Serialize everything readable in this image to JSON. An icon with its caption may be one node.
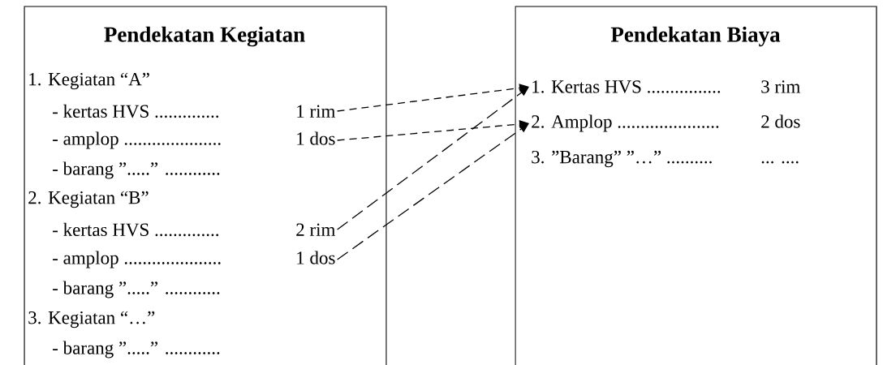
{
  "diagram": {
    "nodes": [
      {
        "text": [
          "Pendekatan Kegiatan"
        ]
      },
      {
        "text": [
          "1. Kegiatan “A”"
        ],
        "in": 0
      },
      {
        "text": [
          "- kertas HVS ..............",
          "1 rim"
        ],
        "in": 0
      },
      {
        "text": [
          "- amplop .....................",
          "1 dos"
        ],
        "in": 0
      },
      {
        "text": [
          "- barang ”.....”  ............"
        ],
        "in": 0
      },
      {
        "text": [
          "2. Kegiatan “B”"
        ],
        "in": 0
      },
      {
        "text": [
          "- kertas HVS ..............",
          "2 rim"
        ],
        "in": 0
      },
      {
        "text": [
          "- amplop .....................",
          "1 dos"
        ],
        "in": 0
      },
      {
        "text": [
          "- barang ”.....”  ............"
        ],
        "in": 0
      },
      {
        "text": [
          "3. Kegiatan “…”"
        ],
        "in": 0
      },
      {
        "text": [
          "- barang ”.....”  ............"
        ],
        "in": 0
      },
      {
        "text": [
          "Pendekatan Biaya"
        ]
      },
      {
        "text": [
          "1. Kertas HVS ................",
          "3 rim"
        ],
        "in": 11
      },
      {
        "text": [
          "2. Amplop ......................",
          "2 dos"
        ],
        "in": 11
      },
      {
        "text": [
          "3. ”Barang”  ”…”  ..........",
          "... ...."
        ],
        "in": 11
      }
    ],
    "edges": [
      {
        "from": 2,
        "to": 12,
        "arrow": "to",
        "style": "dashed"
      },
      {
        "from": 3,
        "to": 13,
        "arrow": "to",
        "style": "dashed"
      },
      {
        "from": 6,
        "to": 12,
        "arrow": "to",
        "style": "dashed"
      },
      {
        "from": 7,
        "to": 13,
        "arrow": "to",
        "style": "dashed"
      }
    ]
  }
}
